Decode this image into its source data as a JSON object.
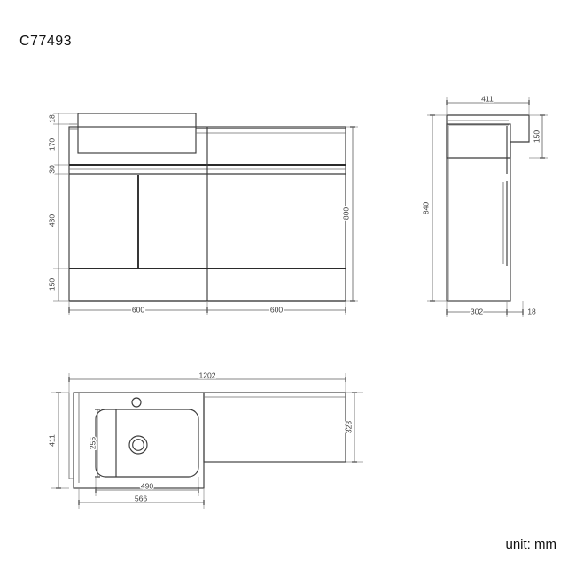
{
  "drawing": {
    "title": "C77493",
    "unit_label": "unit: mm",
    "type": "orthographic-technical-drawing",
    "product": "bathroom vanity unit with basin and worktop"
  },
  "views": {
    "front_elevation": {
      "name": "front elevation",
      "dimensions": {
        "worktop_lip": "18",
        "basin_height": "170",
        "top_rail": "30",
        "door_height": "430",
        "plinth_height": "150",
        "overall_height": "800",
        "left_unit_width": "600",
        "right_unit_width": "600"
      }
    },
    "side_elevation": {
      "name": "side elevation",
      "dimensions": {
        "top_depth": "411",
        "upstand_height": "150",
        "overall_height": "840",
        "cabinet_depth": "302",
        "panel_thickness": "18"
      }
    },
    "plan_view": {
      "name": "plan view",
      "dimensions": {
        "overall_width": "1202",
        "basin_side_depth": "411",
        "worktop_depth": "323",
        "basin_inner_depth": "255",
        "basin_inner_width": "490",
        "basin_outer_width": "566"
      }
    }
  }
}
